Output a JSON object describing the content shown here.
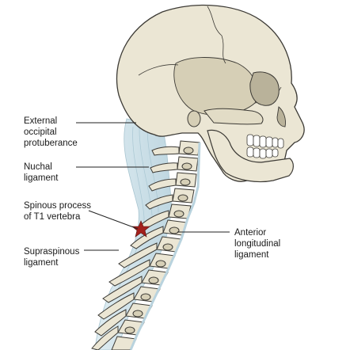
{
  "labels": {
    "external_occipital_protuberance": [
      "External",
      "occipital",
      "protuberance"
    ],
    "nuchal_ligament": [
      "Nuchal",
      "ligament"
    ],
    "spinous_process_t1": [
      "Spinous process",
      "of T1 vertebra"
    ],
    "supraspinous_ligament": [
      "Supraspinous",
      "ligament"
    ],
    "anterior_longitudinal_ligament": [
      "Anterior",
      "longitudinal",
      "ligament"
    ]
  },
  "colors": {
    "bone_fill": "#ebe6d4",
    "bone_shadow": "#d6cfb6",
    "bone_outline": "#3c3a35",
    "ligament": "#c9dfe8",
    "ligament_line": "#9fbfcc",
    "marker_star": "#a3201c",
    "leader_line": "#222222"
  },
  "icons": {
    "marker": "star-icon"
  }
}
